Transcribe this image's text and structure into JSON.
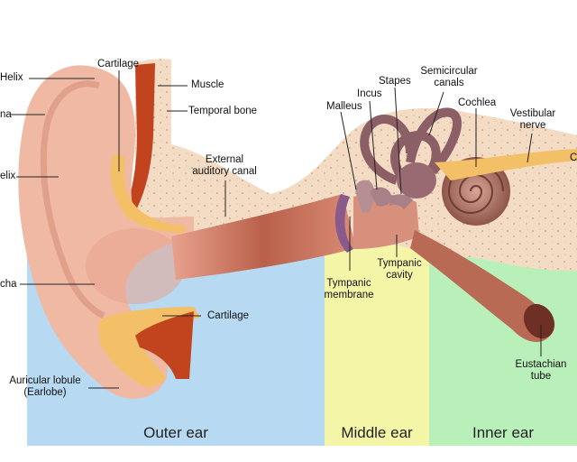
{
  "colors": {
    "outer_zone": "#b7d9f2",
    "middle_zone": "#f5f5a8",
    "inner_zone": "#b9f0b9",
    "skin": "#f0b9a4",
    "bone": "#f3dcc3",
    "cartilage": "#f4c067",
    "muscle": "#c2441f",
    "canal": "#b45a45"
  },
  "zones": {
    "outer": "Outer ear",
    "middle": "Middle ear",
    "inner": "Inner ear"
  },
  "labels": {
    "helix_top": "Helix",
    "antihelix_partial": "na",
    "helix_left": "elix",
    "concha": "cha",
    "lobule_line1": "Auricular lobule",
    "lobule_line2": "(Earlobe)",
    "cartilage_top": "Cartilage",
    "cartilage_bottom": "Cartilage",
    "muscle": "Muscle",
    "temporal_bone": "Temporal bone",
    "canal_line1": "External",
    "canal_line2": "auditory canal",
    "malleus": "Malleus",
    "incus": "Incus",
    "stapes": "Stapes",
    "semicircular_line1": "Semicircular",
    "semicircular_line2": "canals",
    "cochlea": "Cochlea",
    "vestibular_line1": "Vestibular",
    "vestibular_line2": "nerve",
    "cochlear_partial": "C",
    "tympanic_membrane_line1": "Tympanic",
    "tympanic_membrane_line2": "membrane",
    "tympanic_cavity_line1": "Tympanic",
    "tympanic_cavity_line2": "cavity",
    "eustachian_line1": "Eustachian",
    "eustachian_line2": "tube"
  }
}
